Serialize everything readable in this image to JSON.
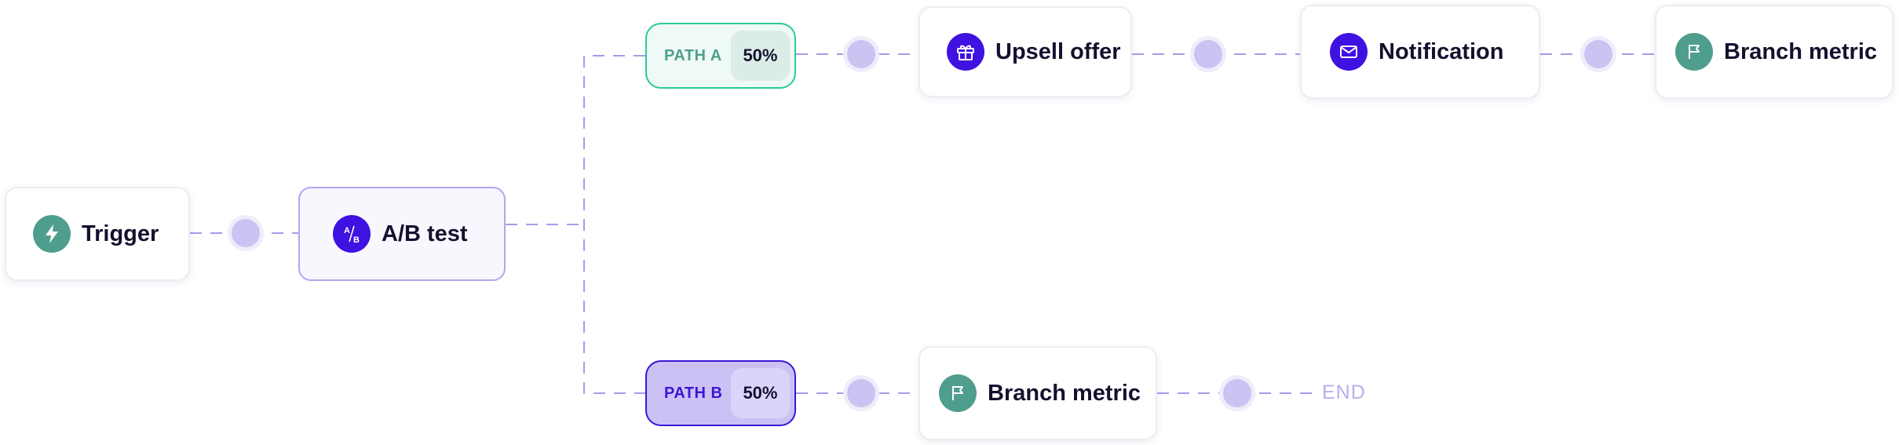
{
  "flow": {
    "trigger": {
      "label": "Trigger",
      "icon": "lightning-icon"
    },
    "ab_test": {
      "label": "A/B test",
      "icon": "ab-split-icon"
    },
    "path_a": {
      "name": "PATH A",
      "percent": "50%",
      "steps": [
        {
          "label": "Upsell offer",
          "icon": "gift-icon"
        },
        {
          "label": "Notification",
          "icon": "mail-icon"
        },
        {
          "label": "Branch metric",
          "icon": "flag-icon"
        }
      ]
    },
    "path_b": {
      "name": "PATH B",
      "percent": "50%",
      "steps": [
        {
          "label": "Branch metric",
          "icon": "flag-icon"
        }
      ],
      "end_label": "END"
    }
  },
  "colors": {
    "connector": "#a79bea",
    "dot": "#cbc3f2",
    "teal_icon": "#4f9e8d",
    "purple_icon": "#3e12e0",
    "path_a_border": "#2cc99b",
    "path_b_border": "#3a16d6"
  }
}
